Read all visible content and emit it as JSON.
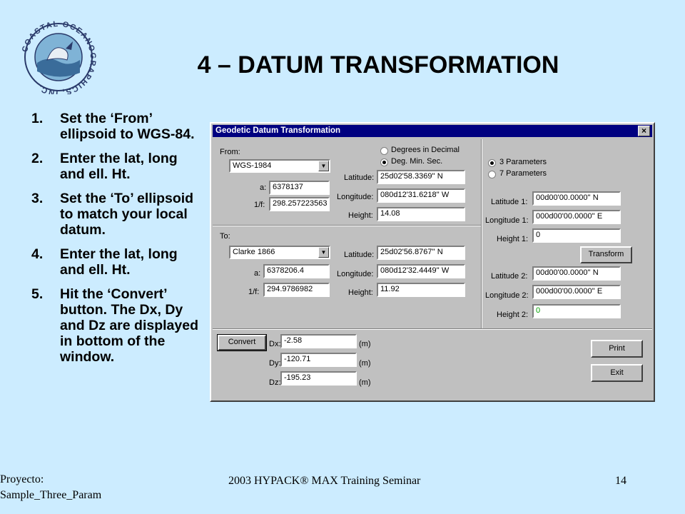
{
  "slide": {
    "logo_text": "COASTAL OCEANOGRAPHICS, INC.",
    "title": "4 – DATUM TRANSFORMATION",
    "steps": [
      {
        "num": "1.",
        "text": "Set the ‘From’ ellipsoid to WGS-84."
      },
      {
        "num": "2.",
        "text": "Enter the lat, long and ell. Ht."
      },
      {
        "num": "3.",
        "text": "Set the ‘To’ ellipsoid to match your local datum."
      },
      {
        "num": "4.",
        "text": "Enter the lat, long and ell. Ht."
      },
      {
        "num": "5.",
        "text": "Hit the ‘Convert’ button.  The Dx, Dy and Dz are displayed in bottom of the window."
      }
    ],
    "footer_left_1": "Proyecto:",
    "footer_left_2": "Sample_Three_Param",
    "footer_center": "2003 HYPACK® MAX Training Seminar",
    "page_number": "14"
  },
  "dialog": {
    "title": "Geodetic Datum Transformation",
    "close": "×",
    "format_options": {
      "decimal": "Degrees in Decimal",
      "dms": "Deg. Min. Sec.",
      "selected": "dms"
    },
    "from": {
      "label": "From:",
      "ellipsoid": "WGS-1984",
      "a_label": "a:",
      "a": "6378137",
      "f_label": "1/f:",
      "f": "298.257223563",
      "lat_label": "Latitude:",
      "lat": "25d02'58.3369'' N",
      "lon_label": "Longitude:",
      "lon": "080d12'31.6218'' W",
      "h_label": "Height:",
      "h": "14.08"
    },
    "to": {
      "label": "To:",
      "ellipsoid": "Clarke 1866",
      "a_label": "a:",
      "a": "6378206.4",
      "f_label": "1/f:",
      "f": "294.9786982",
      "lat_label": "Latitude:",
      "lat": "25d02'56.8767'' N",
      "lon_label": "Longitude:",
      "lon": "080d12'32.4449'' W",
      "h_label": "Height:",
      "h": "11.92"
    },
    "param_options": {
      "three": "3 Parameters",
      "seven": "7 Parameters",
      "selected": "three"
    },
    "point1": {
      "lat_label": "Latitude 1:",
      "lat": "00d00'00.0000'' N",
      "lon_label": "Longitude 1:",
      "lon": "000d00'00.0000'' E",
      "h_label": "Height 1:",
      "h": "0"
    },
    "transform_label": "Transform",
    "point2": {
      "lat_label": "Latitude 2:",
      "lat": "00d00'00.0000'' N",
      "lon_label": "Longitude 2:",
      "lon": "000d00'00.0000'' E",
      "h_label": "Height 2:",
      "h": "0"
    },
    "convert_label": "Convert",
    "shifts": {
      "dx_label": "Dx:",
      "dx": "-2.58",
      "dy_label": "Dy:",
      "dy": "-120.71",
      "dz_label": "Dz:",
      "dz": "-195.23",
      "unit": "(m)"
    },
    "print_label": "Print",
    "exit_label": "Exit",
    "green_value_color": "#00a000",
    "titlebar_color": "#000080"
  }
}
